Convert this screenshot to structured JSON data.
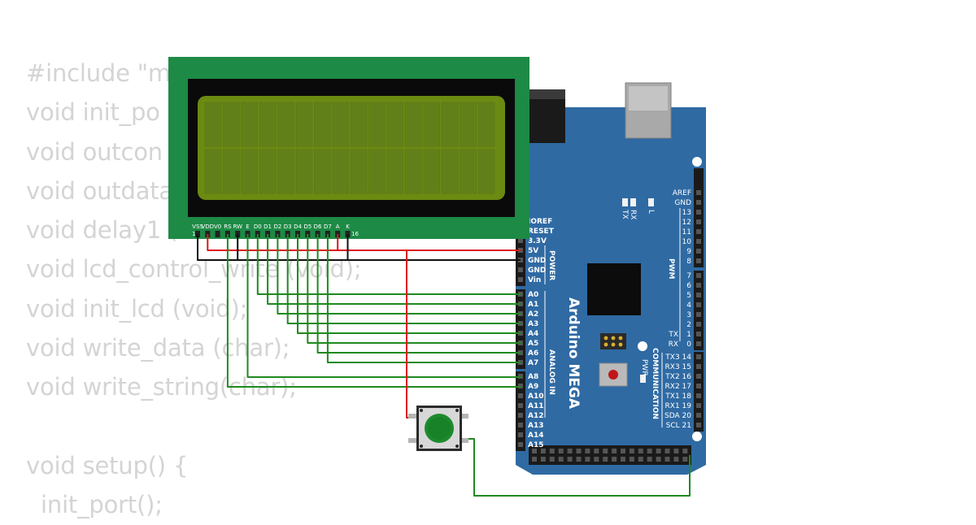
{
  "code_lines": [
    "#include \"m",
    "void init_po",
    "void outcon",
    "void outdata",
    "void delay1 (",
    "void lcd_control_write (void);",
    "void init_lcd (void);",
    "void write_data (char);",
    "void write_string(char);",
    "",
    "void setup() {",
    "  init_port();"
  ],
  "lcd": {
    "pin_labels": [
      "VSS",
      "VDD",
      "V0",
      "RS",
      "RW",
      "E",
      "D0",
      "D1",
      "D2",
      "D3",
      "D4",
      "D5",
      "D6",
      "D7",
      "A",
      "K"
    ],
    "pin_first": "1",
    "pin_last": "16"
  },
  "arduino": {
    "name": "Arduino MEGA",
    "power_header": [
      "IOREF",
      "RESET",
      "3.3V",
      "5V",
      "GND",
      "GND",
      "Vin"
    ],
    "power_title": "POWER",
    "analog_pins": [
      "A0",
      "A1",
      "A2",
      "A3",
      "A4",
      "A5",
      "A6",
      "A7",
      "A8",
      "A9",
      "A10",
      "A11",
      "A12",
      "A13",
      "A14",
      "A15"
    ],
    "analog_title": "ANALOG IN",
    "right_top": [
      "AREF",
      "GND",
      "13",
      "12",
      "11",
      "10",
      "9",
      "8"
    ],
    "right_mid": [
      "7",
      "6",
      "5",
      "4",
      "3",
      "2",
      "1",
      "0"
    ],
    "right_mid_prefix": [
      "",
      "",
      "",
      "",
      "",
      "",
      "TX",
      "RX"
    ],
    "comm_pins": [
      "TX3 14",
      "RX3 15",
      "TX2 16",
      "RX2 17",
      "TX1 18",
      "RX1 19",
      "SDA 20",
      "SCL 21"
    ],
    "pwm_title": "PWM",
    "comm_title": "COMMUNICATION",
    "leds": [
      "TX",
      "RX",
      "L"
    ],
    "pwr_led": "PWR"
  },
  "colors": {
    "board_blue": "#2f6aa3",
    "lcd_green": "#1d8a45",
    "lcd_screen": "#6b8a12",
    "wire_red": "#e01515",
    "wire_black": "#111111",
    "wire_green": "#1f8a1f",
    "code_text": "#d4d4d4",
    "button_cap": "#1e8a2e"
  }
}
